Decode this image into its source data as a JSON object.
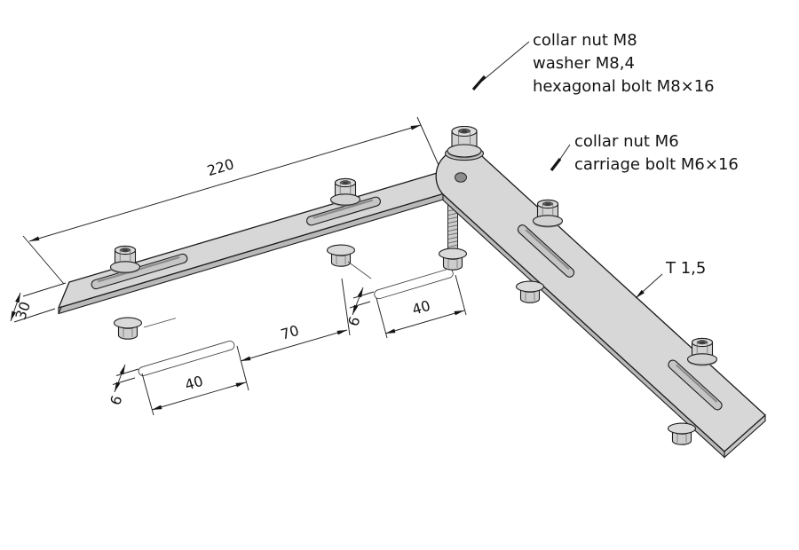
{
  "labels": {
    "callout_m8_line1": "collar nut M8",
    "callout_m8_line2": "washer M8,4",
    "callout_m8_line3": "hexagonal bolt M8×16",
    "callout_m6_line1": "collar nut M6",
    "callout_m6_line2": "carriage bolt M6×16",
    "thickness": "T 1,5"
  },
  "dimensions": {
    "bar_length": "220",
    "bar_width": "30",
    "slot_spacing": "70",
    "left_slot_length": "40",
    "left_slot_width": "6",
    "mid_slot_length": "40",
    "mid_slot_width": "6"
  },
  "colors": {
    "metal_top": "#d7d7d7",
    "metal_side": "#b9b9b9",
    "metal_end": "#c7c7c7",
    "slot_fill": "#c6c6c6",
    "line": "#1c1c1c",
    "background": "#ffffff"
  }
}
